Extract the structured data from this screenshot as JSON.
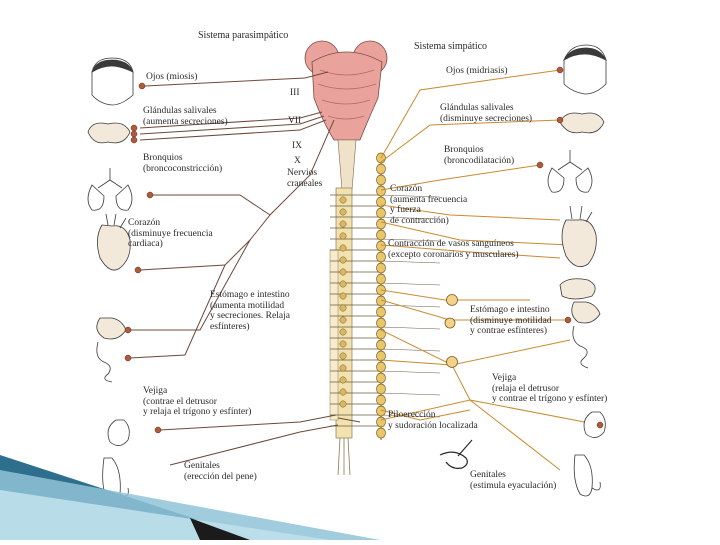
{
  "headers": {
    "parasympathetic": "Sistema parasimpático",
    "sympathetic": "Sistema simpático"
  },
  "cranial_nerves": {
    "iii": "III",
    "vii": "VII",
    "ix": "IX",
    "x": "X",
    "label": "Nervios\ncraneales"
  },
  "left_labels": {
    "eyes": "Ojos (miosis)",
    "salivary": "Glándulas salivales\n(aumenta secreciones)",
    "bronchi": "Bronquios\n(broncoconstricción)",
    "heart": "Corazón\n(disminuye frecuencia\ncardiaca)",
    "stomach": "Estómago e intestino\n(aumenta motilidad\ny secreciones. Relaja\nesfínteres)",
    "bladder": "Vejiga\n(contrae el detrusor\ny relaja el trígono y esfínter)",
    "genitals": "Genitales\n(erección del pene)"
  },
  "right_labels": {
    "eyes": "Ojos (midriasis)",
    "salivary": "Glándulas salivales\n(disminuye secreciones)",
    "bronchi": "Bronquios\n(broncodilatación)",
    "heart": "Corazón\n(aumenta frecuencia\ny fuerza\nde contracción)",
    "vessels": "Contracción de vasos sanguíneos\n(excepto coronarios y musculares)",
    "stomach": "Estómago e intestino\n(disminuye motilidad\ny contrae esfínteres)",
    "bladder": "Vejiga\n(relaja el detrusor\ny contrae el trígono y esfínter)",
    "piloerection": "Piloerección\ny sudoración localizada",
    "genitals": "Genitales\n(estimula eyaculación)"
  },
  "colors": {
    "brain": "#e9a39c",
    "cord": "#f2e2b0",
    "ganglion": "#c9a24a",
    "organ_fill": "#f3e9da",
    "nerve_left": "#6b4a3a",
    "nerve_right": "#c98a30",
    "accent_teal": "#2e6f8e"
  }
}
